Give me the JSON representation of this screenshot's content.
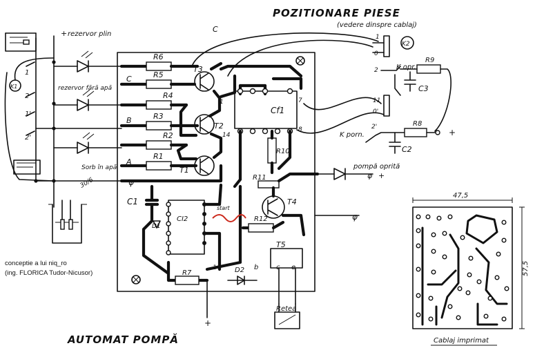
{
  "title": "POZITIONARE PIESE",
  "subtitle": "(vedere dinspre cablaj)",
  "footer_title": "AUTOMAT POMPĂ",
  "credit": {
    "line1": "conceptie a lui niq_ro",
    "line2": "(ing. FLORICA Tudor-Nicusor)"
  },
  "labels": {
    "rezervor_plin": "rezervor plin",
    "rezervor_fara_apa": "rezervor fără apă",
    "sorb_in_apa": "Sorb în apă",
    "pompa_oprita": "pompă oprită",
    "cablaj_imprimat": "Cablaj imprimat",
    "k_opr": "K opr.",
    "k_porn": "K porn.",
    "retea": "Retea",
    "cf1": "Cf1",
    "ci2": "CI2",
    "start": "start",
    "k2": "K2",
    "k1": "K1",
    "dim_width": "47,5",
    "dim_height": "57,5"
  },
  "components": {
    "resistors": [
      "R1",
      "R2",
      "R3",
      "R4",
      "R5",
      "R6",
      "R7",
      "R8",
      "R9",
      "R10",
      "R11",
      "R12"
    ],
    "transistors": [
      "T1",
      "T2",
      "T3",
      "T4",
      "T5"
    ],
    "capacitors": [
      "C1",
      "C2",
      "C3"
    ],
    "diodes": [
      "D1",
      "D2"
    ]
  },
  "terminals": {
    "A": "A",
    "B": "B",
    "C": "C",
    "phi": "φ",
    "plus": "+",
    "label_30_6": "30/6",
    "n1": "1",
    "n2": "2",
    "n1p": "1'",
    "n2p": "2'",
    "n0": "0",
    "n0p": "0'",
    "n11": "11",
    "pin7": "7",
    "pin8": "8",
    "pin1": "1",
    "pin14": "14",
    "t5_b": "b",
    "t5_c": "c",
    "t5_e": "e"
  }
}
